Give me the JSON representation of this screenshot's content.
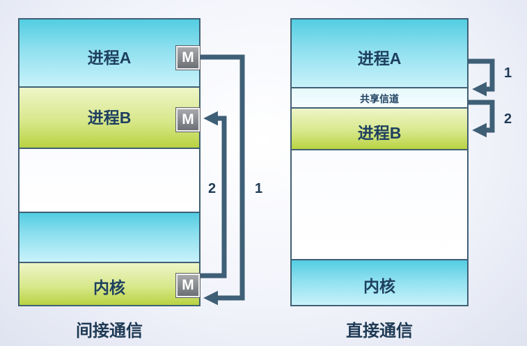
{
  "indirect": {
    "process_a": "进程A",
    "process_b": "进程B",
    "kernel": "内核",
    "mailbox": "M",
    "arrow1": "1",
    "arrow2": "2",
    "caption": "间接通信"
  },
  "direct": {
    "process_a": "进程A",
    "channel": "共享信道",
    "process_b": "进程B",
    "kernel": "内核",
    "arrow1": "1",
    "arrow2": "2",
    "caption": "直接通信"
  }
}
